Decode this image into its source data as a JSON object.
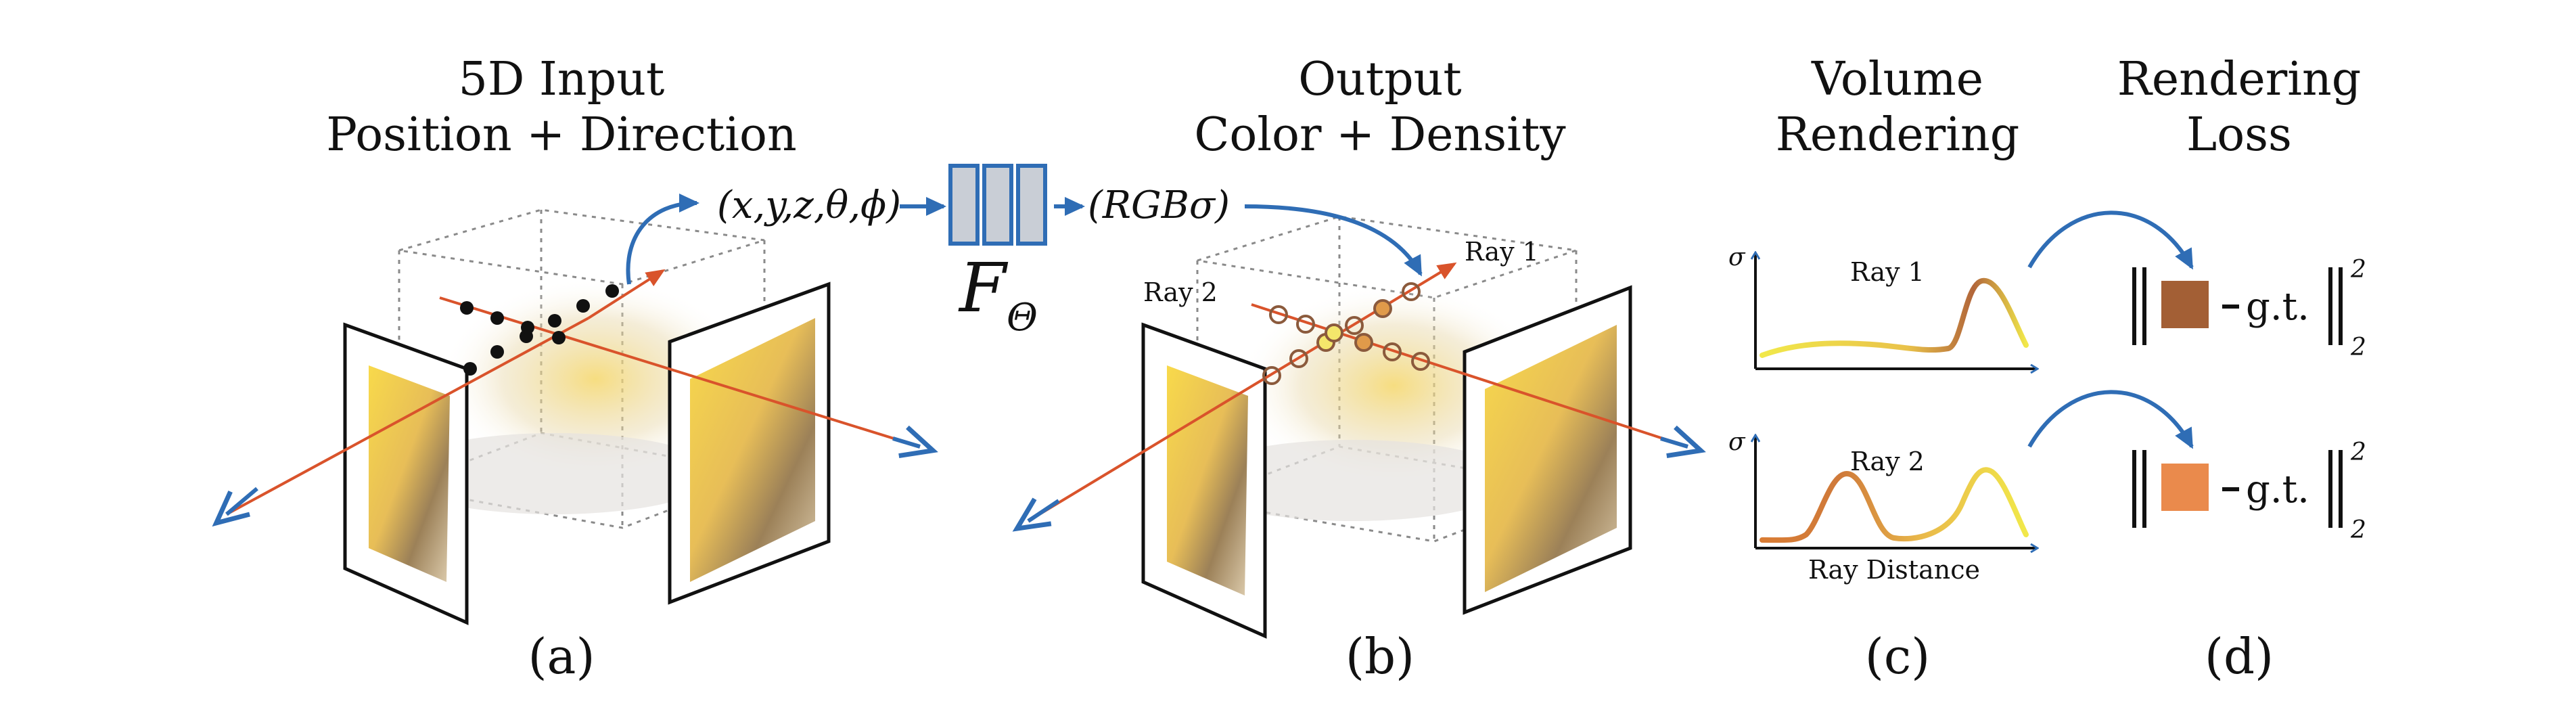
{
  "panels": {
    "a": {
      "title_line1": "5D Input",
      "title_line2": "Position + Direction",
      "label": "(a)"
    },
    "b": {
      "title_line1": "Output",
      "title_line2": "Color + Density",
      "label": "(b)"
    },
    "c": {
      "title_line1": "Volume",
      "title_line2": "Rendering",
      "label": "(c)"
    },
    "d": {
      "title_line1": "Rendering",
      "title_line2": "Loss",
      "label": "(d)"
    }
  },
  "network": {
    "input": "(x,y,z,θ,ϕ)",
    "output": "(RGBσ)",
    "symbol": "F",
    "subscript": "Θ"
  },
  "rays": {
    "ray1": "Ray 1",
    "ray2": "Ray 2"
  },
  "plots": {
    "top": {
      "ylabel": "σ",
      "ray_label": "Ray 1"
    },
    "bottom": {
      "ylabel": "σ",
      "ray_label": "Ray 2",
      "xlabel": "Ray Distance"
    }
  },
  "loss": {
    "gt": "g.t.",
    "superscript": "2",
    "subscript": "2",
    "ray1_color": "#a35f35",
    "ray2_color": "#ea8a4c"
  },
  "colors": {
    "arrow_blue": "#2f6db5",
    "ray_red": "#d9532b",
    "network_fill": "#c9ced6",
    "network_stroke": "#2f6db5",
    "curve_yellow": "#f1e84a",
    "curve_orange": "#d97c34"
  },
  "icons": [
    "camera-frame",
    "dotted-cube",
    "lego-bulldozer-image",
    "mlp-network-icon"
  ]
}
